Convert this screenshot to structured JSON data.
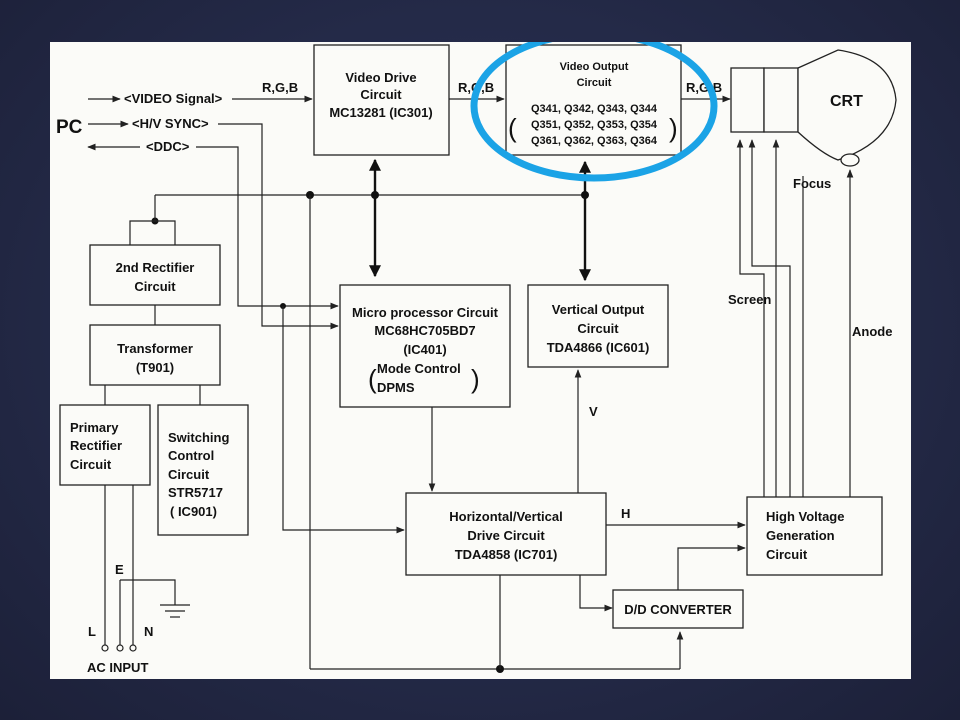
{
  "colors": {
    "background": "#232846",
    "panel": "#fbfbf8",
    "highlight": "#1ba3e6"
  },
  "pc": {
    "label": "PC"
  },
  "signals": {
    "video": "<VIDEO Signal>",
    "sync": "<H/V SYNC>",
    "ddc": "<DDC>"
  },
  "rgb": {
    "label_1": "R,G,B",
    "label_2": "R,G,B",
    "label_3": "R,G,B"
  },
  "video_drive": {
    "line1": "Video Drive",
    "line2": "Circuit",
    "line3": "MC13281 (IC301)"
  },
  "video_output": {
    "line1": "Video Output",
    "line2": "Circuit",
    "row1": "Q341, Q342, Q343, Q344",
    "row2": "Q351, Q352, Q353, Q354",
    "row3": "Q361, Q362, Q363, Q364"
  },
  "crt": {
    "label": "CRT"
  },
  "focus": {
    "label": "Focus"
  },
  "screen": {
    "label": "Screen"
  },
  "anode": {
    "label": "Anode"
  },
  "second_rectifier": {
    "line1": "2nd Rectifier",
    "line2": "Circuit"
  },
  "transformer": {
    "line1": "Transformer",
    "line2": "(T901)"
  },
  "primary_rectifier": {
    "line1": "Primary",
    "line2": "Rectifier",
    "line3": "Circuit"
  },
  "switching_control": {
    "line1": "Switching",
    "line2": "Control",
    "line3": "Circuit",
    "line4": "STR5717",
    "line5": "( IC901)"
  },
  "microprocessor": {
    "line1": "Micro processor Circuit",
    "line2": "MC68HC705BD7",
    "line3": "(IC401)",
    "line4": "Mode Control",
    "line5": "DPMS"
  },
  "vertical_output": {
    "line1": "Vertical Output",
    "line2": "Circuit",
    "line3": "TDA4866 (IC601)"
  },
  "v_label": "V",
  "h_label": "H",
  "hv_drive": {
    "line1": "Horizontal/Vertical",
    "line2": "Drive Circuit",
    "line3": "TDA4858 (IC701)"
  },
  "high_voltage": {
    "line1": "High Voltage",
    "line2": "Generation",
    "line3": "Circuit"
  },
  "dd_converter": {
    "label": "D/D CONVERTER"
  },
  "ac_input": {
    "label": "AC INPUT",
    "l": "L",
    "e": "E",
    "n": "N"
  }
}
